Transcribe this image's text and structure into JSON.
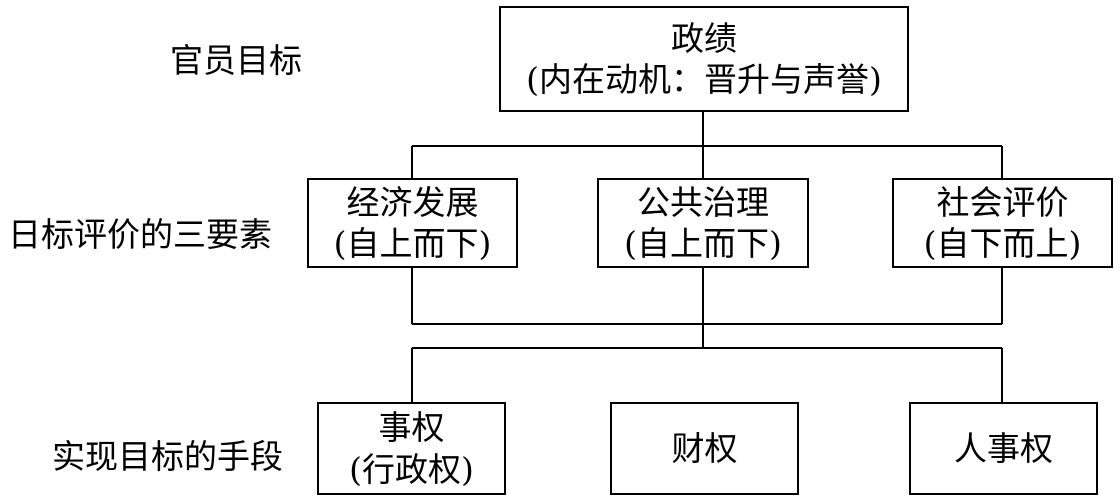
{
  "row_labels": {
    "goal": "官员目标",
    "elements": "日标评价的三要素",
    "means": "实现目标的手段"
  },
  "top_box": {
    "line1": "政绩",
    "line2": "(内在动机：晋升与声誉)"
  },
  "middle_boxes": [
    {
      "line1": "经济发展",
      "line2": "(自上而下)"
    },
    {
      "line1": "公共治理",
      "line2": "(自上而下)"
    },
    {
      "line1": "社会评价",
      "line2": "(自下而上)"
    }
  ],
  "bottom_boxes": [
    {
      "line1": "事权",
      "line2": "(行政权)"
    },
    {
      "line1": "财权",
      "line2": ""
    },
    {
      "line1": "人事权",
      "line2": ""
    }
  ]
}
